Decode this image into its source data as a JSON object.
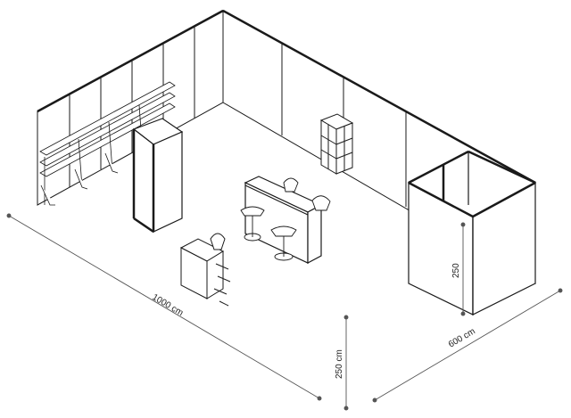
{
  "drawing": {
    "dimensions": {
      "length_label": "1000 cm",
      "height_label": "250 cm",
      "depth_label": "600 cm",
      "room_height_label": "250"
    },
    "colors": {
      "line": "#1a1a1a",
      "panel": "#ffffff",
      "dimension": "#555555"
    }
  }
}
